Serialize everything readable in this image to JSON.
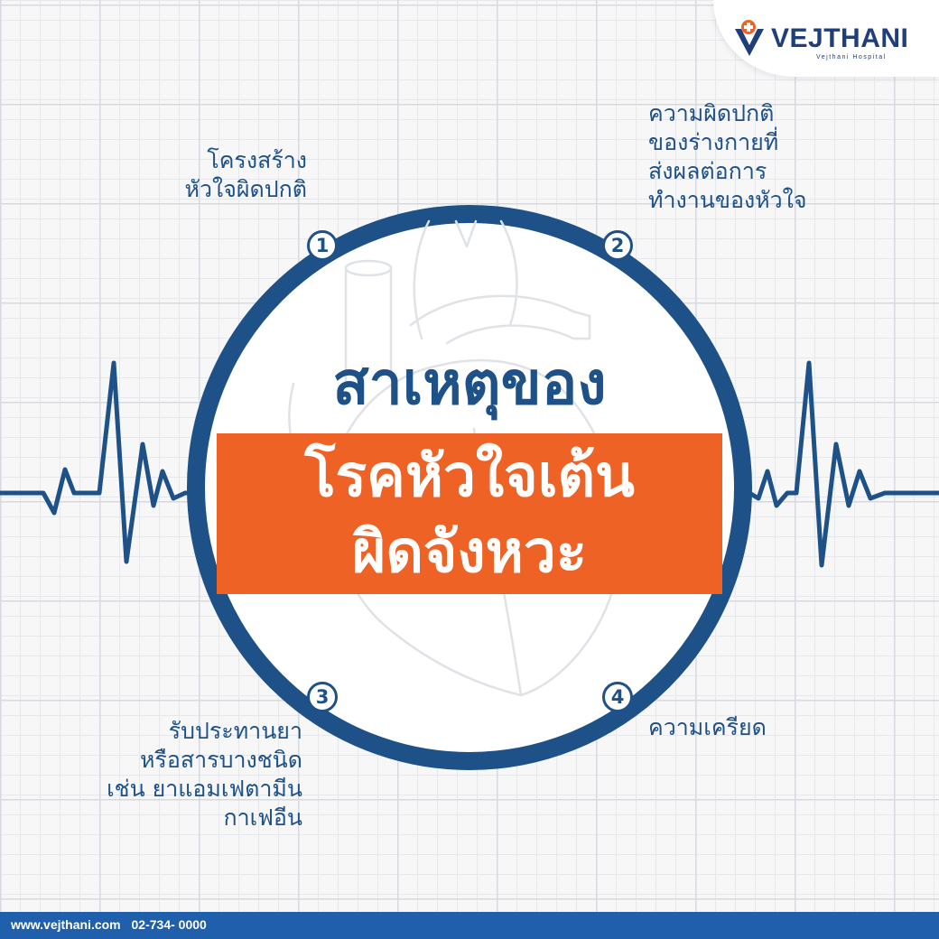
{
  "brand": {
    "name": "VEJTHANI",
    "subtitle": "Vejthani Hospital",
    "colors": {
      "navy": "#1d5188",
      "orange": "#ee6225",
      "footer": "#1f5fab"
    }
  },
  "title": {
    "line1": "สาเหตุของ",
    "line2": "โรคหัวใจเต้น",
    "line3": "ผิดจังหวะ"
  },
  "causes": [
    {
      "number": "1",
      "lines": [
        "โครงสร้าง",
        "หัวใจผิดปกติ"
      ]
    },
    {
      "number": "2",
      "lines": [
        "ความผิดปกติ",
        "ของร่างกายที่",
        "ส่งผลต่อการ",
        "ทำงานของหัวใจ"
      ]
    },
    {
      "number": "3",
      "lines": [
        "รับประทานยา",
        "หรือสารบางชนิด",
        "เช่น ยาแอมเฟตามีน",
        "กาเฟอีน"
      ]
    },
    {
      "number": "4",
      "lines": [
        "ความเครียด"
      ]
    }
  ],
  "footer": {
    "website": "www.vejthani.com",
    "phone": "02-734- 0000"
  },
  "icons": {
    "background": "heart-outline-icon",
    "pulse": "ecg-line-icon",
    "logo": "vejthani-logo-icon"
  }
}
